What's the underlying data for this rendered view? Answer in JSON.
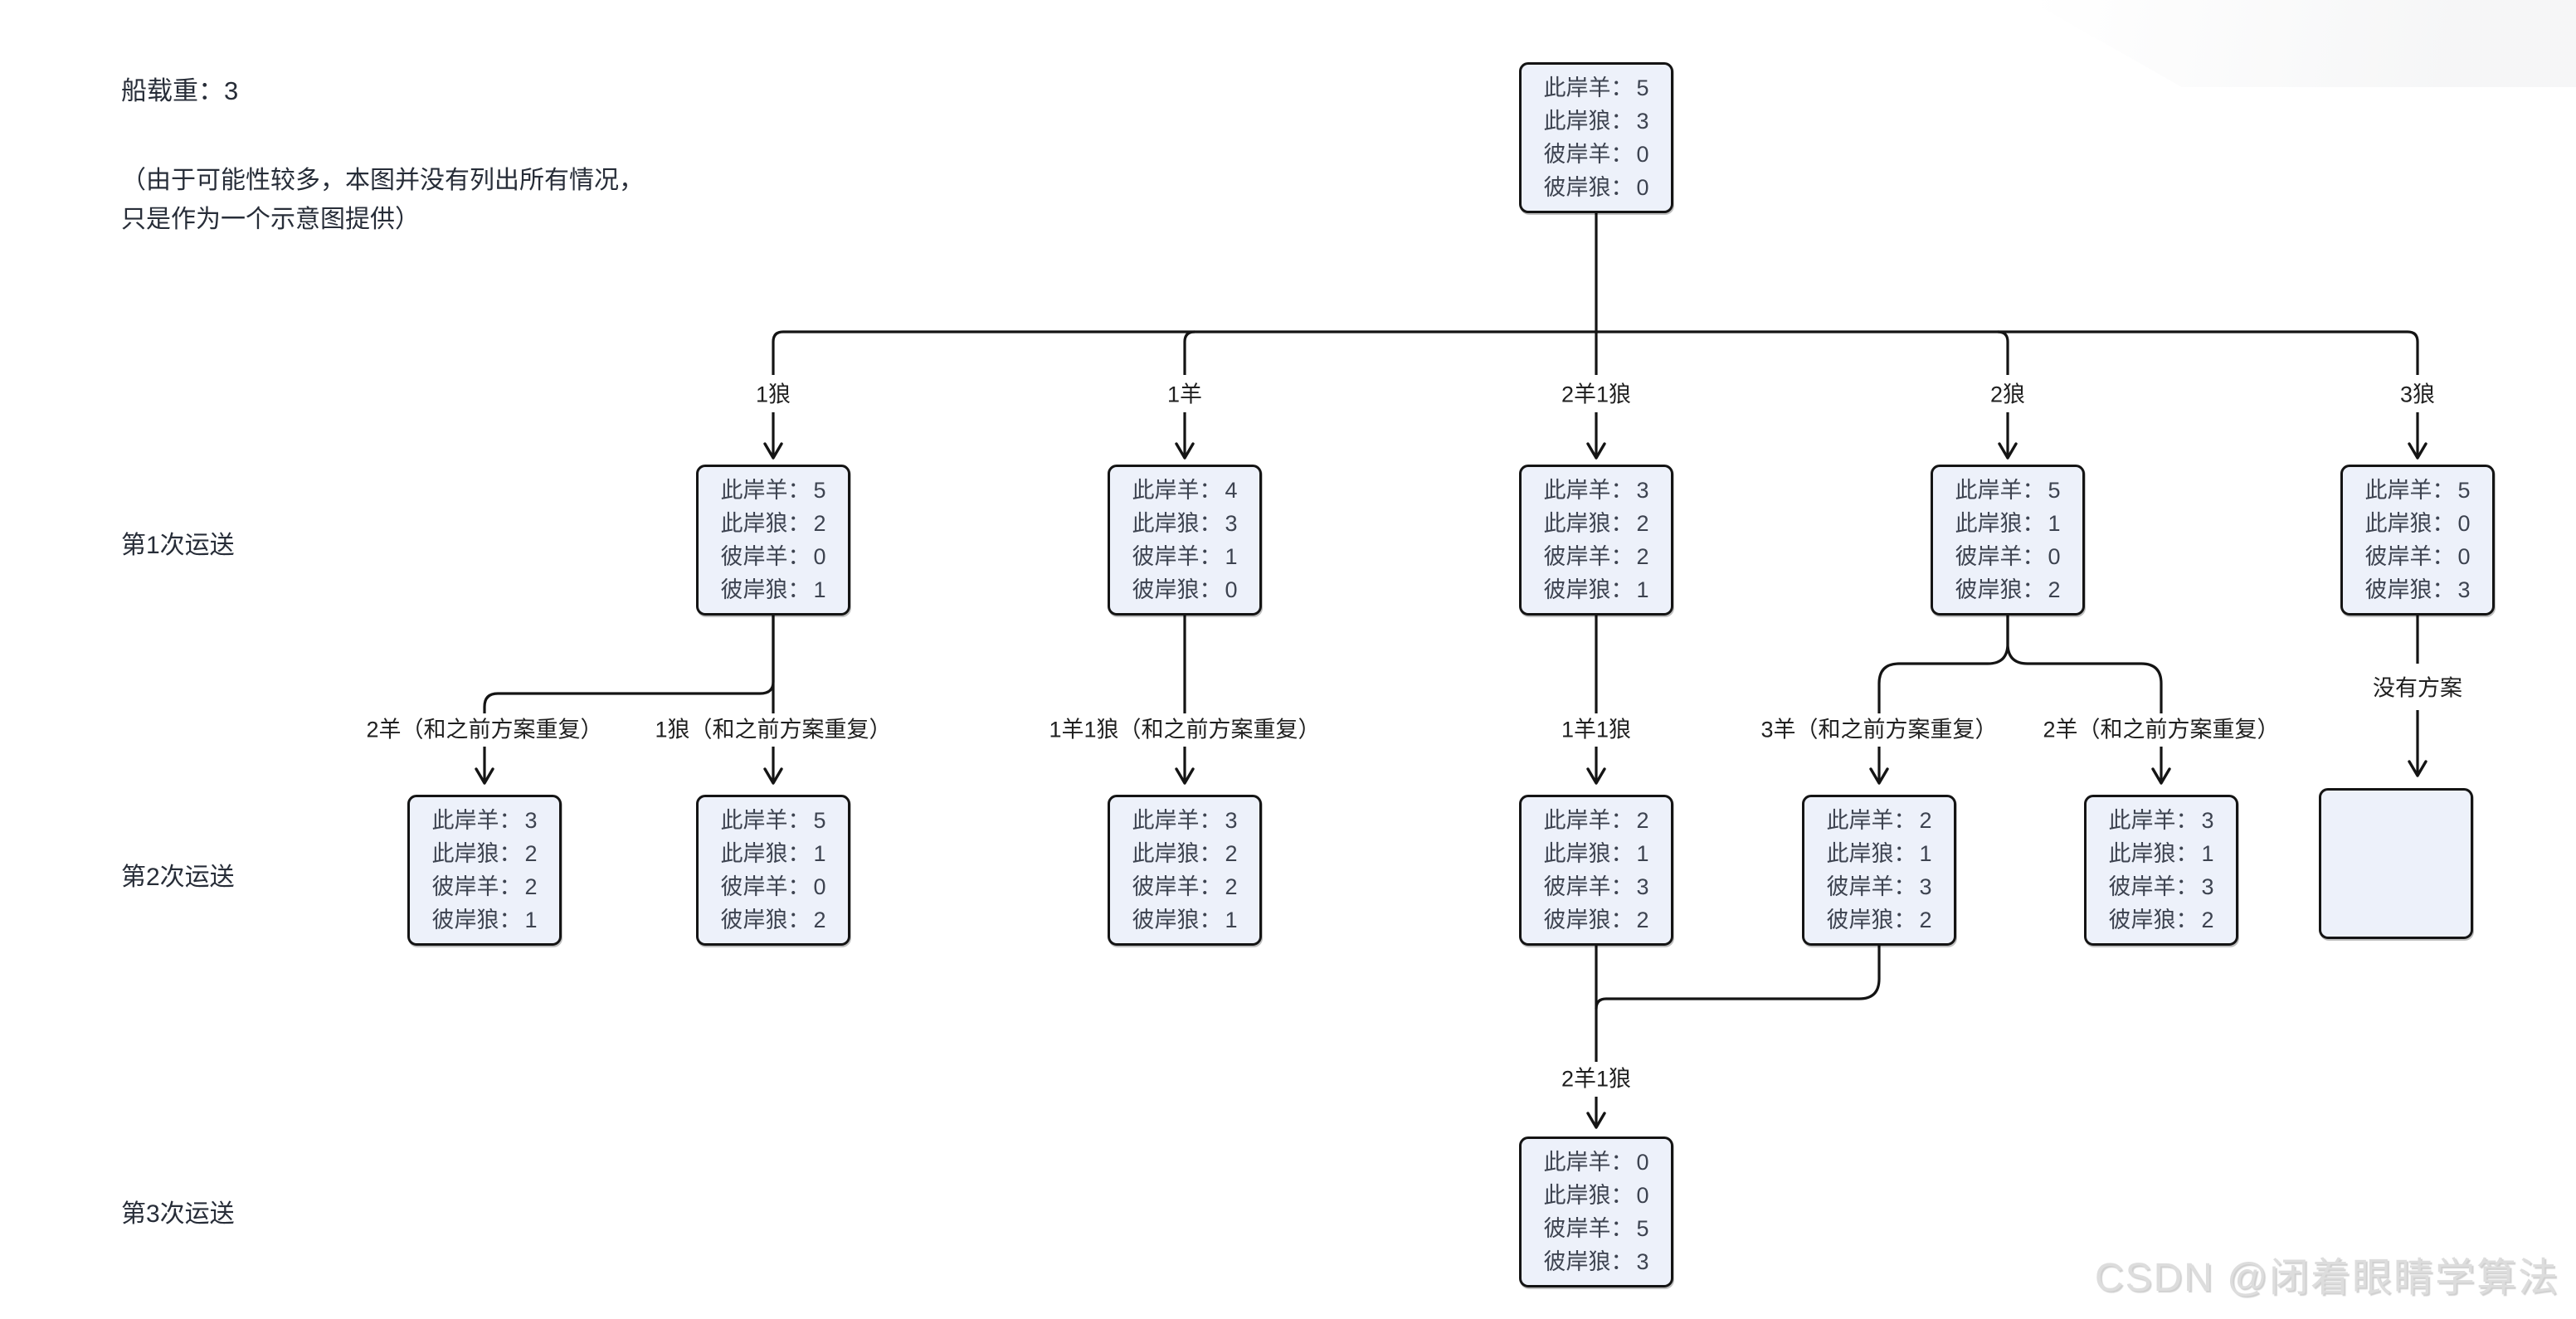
{
  "title": "船载重：3",
  "note_line1": "（由于可能性较多，本图并没有列出所有情况，",
  "note_line2": "只是作为一个示意图提供）",
  "row_labels": [
    "第1次运送",
    "第2次运送",
    "第3次运送"
  ],
  "field_labels": [
    "此岸羊：",
    "此岸狼：",
    "彼岸羊：",
    "彼岸狼："
  ],
  "nodes": [
    {
      "id": "root",
      "values": [
        "5",
        "3",
        "0",
        "0"
      ]
    },
    {
      "id": "n1",
      "values": [
        "5",
        "2",
        "0",
        "1"
      ]
    },
    {
      "id": "n2",
      "values": [
        "4",
        "3",
        "1",
        "0"
      ]
    },
    {
      "id": "n3",
      "values": [
        "3",
        "2",
        "2",
        "1"
      ]
    },
    {
      "id": "n4",
      "values": [
        "5",
        "1",
        "0",
        "2"
      ]
    },
    {
      "id": "n5",
      "values": [
        "5",
        "0",
        "0",
        "3"
      ]
    },
    {
      "id": "n6",
      "values": [
        "3",
        "2",
        "2",
        "1"
      ]
    },
    {
      "id": "n7",
      "values": [
        "5",
        "1",
        "0",
        "2"
      ]
    },
    {
      "id": "n8",
      "values": [
        "3",
        "2",
        "2",
        "1"
      ]
    },
    {
      "id": "n9",
      "values": [
        "2",
        "1",
        "3",
        "2"
      ]
    },
    {
      "id": "n10",
      "values": [
        "2",
        "1",
        "3",
        "2"
      ]
    },
    {
      "id": "n11",
      "values": [
        "3",
        "1",
        "3",
        "2"
      ]
    },
    {
      "id": "n12",
      "values": []
    },
    {
      "id": "n13",
      "values": [
        "0",
        "0",
        "5",
        "3"
      ]
    }
  ],
  "edge_labels": [
    {
      "id": "e1",
      "text": "1狼"
    },
    {
      "id": "e2",
      "text": "1羊"
    },
    {
      "id": "e3",
      "text": "2羊1狼"
    },
    {
      "id": "e4",
      "text": "2狼"
    },
    {
      "id": "e5",
      "text": "3狼"
    },
    {
      "id": "e6",
      "text": "2羊（和之前方案重复）"
    },
    {
      "id": "e7",
      "text": "1狼（和之前方案重复）"
    },
    {
      "id": "e8",
      "text": "1羊1狼（和之前方案重复）"
    },
    {
      "id": "e9",
      "text": "1羊1狼"
    },
    {
      "id": "e10",
      "text": "3羊（和之前方案重复）"
    },
    {
      "id": "e11",
      "text": "2羊（和之前方案重复）"
    },
    {
      "id": "e12",
      "text": "没有方案"
    },
    {
      "id": "e13",
      "text": "2羊1狼"
    }
  ],
  "watermark": "CSDN @闭着眼睛学算法",
  "colors": {
    "node_fill": "#edf1fa",
    "node_border": "#141414",
    "line": "#141414",
    "text": "#3d4350",
    "watermark": "#dddddd"
  }
}
